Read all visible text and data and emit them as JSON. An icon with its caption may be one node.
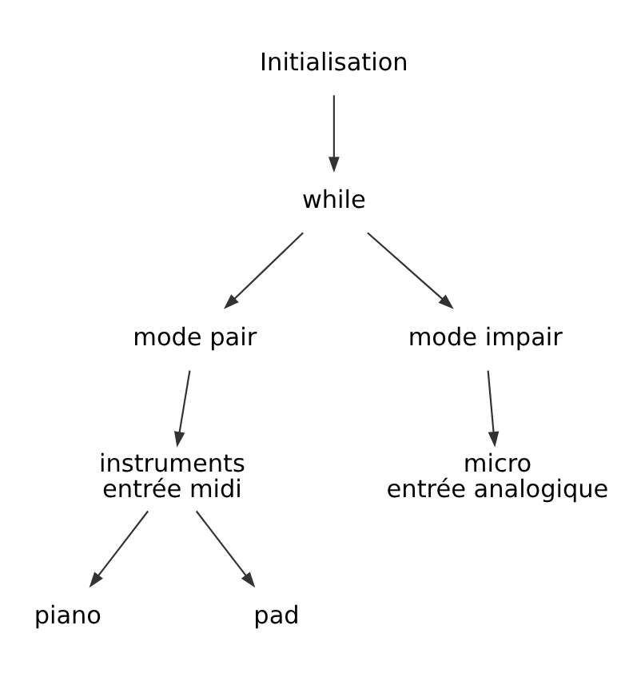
{
  "diagram": {
    "nodes": [
      {
        "text": [
          "Initialisation"
        ]
      },
      {
        "text": [
          "while"
        ]
      },
      {
        "text": [
          "mode pair"
        ]
      },
      {
        "text": [
          "mode impair"
        ]
      },
      {
        "text": [
          "instruments entrée midi"
        ]
      },
      {
        "text": [
          "micro entrée analogique"
        ]
      },
      {
        "text": [
          "piano"
        ]
      },
      {
        "text": [
          "pad"
        ]
      }
    ],
    "edges": [
      {
        "from": 0,
        "to": 1,
        "arrow": "to"
      },
      {
        "from": 1,
        "to": 2,
        "arrow": "to"
      },
      {
        "from": 1,
        "to": 3,
        "arrow": "to"
      },
      {
        "from": 2,
        "to": 4,
        "arrow": "to"
      },
      {
        "from": 3,
        "to": 5,
        "arrow": "to"
      },
      {
        "from": 4,
        "to": 6,
        "arrow": "to"
      },
      {
        "from": 4,
        "to": 7,
        "arrow": "to"
      }
    ]
  }
}
